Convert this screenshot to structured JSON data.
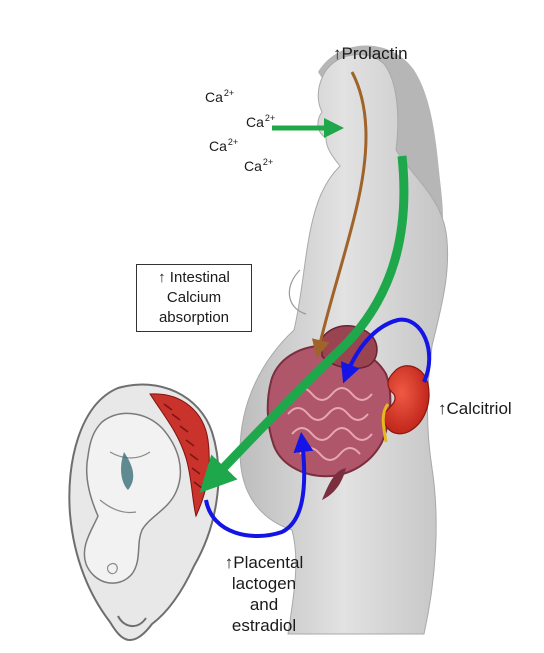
{
  "labels": {
    "prolactin": "↑Prolactin",
    "calcitriol": "↑Calcitriol",
    "absorption": [
      "↑ Intestinal",
      "Calcium",
      "absorption"
    ],
    "placental": [
      "↑Placental",
      "lactogen",
      "and",
      "estradiol"
    ]
  },
  "calcium_ions": [
    {
      "base": "Ca",
      "charge": "2+"
    },
    {
      "base": "Ca",
      "charge": "2+"
    },
    {
      "base": "Ca",
      "charge": "2+"
    },
    {
      "base": "Ca",
      "charge": "2+"
    }
  ],
  "colors": {
    "green_arrow": "#1fa84b",
    "brown_arrow": "#a0642a",
    "blue_arrow": "#1414e6",
    "kidney": "#d42a1f",
    "uterus": "#c9332c",
    "intestine": "#b0566a",
    "body": "#d4d4d4"
  }
}
